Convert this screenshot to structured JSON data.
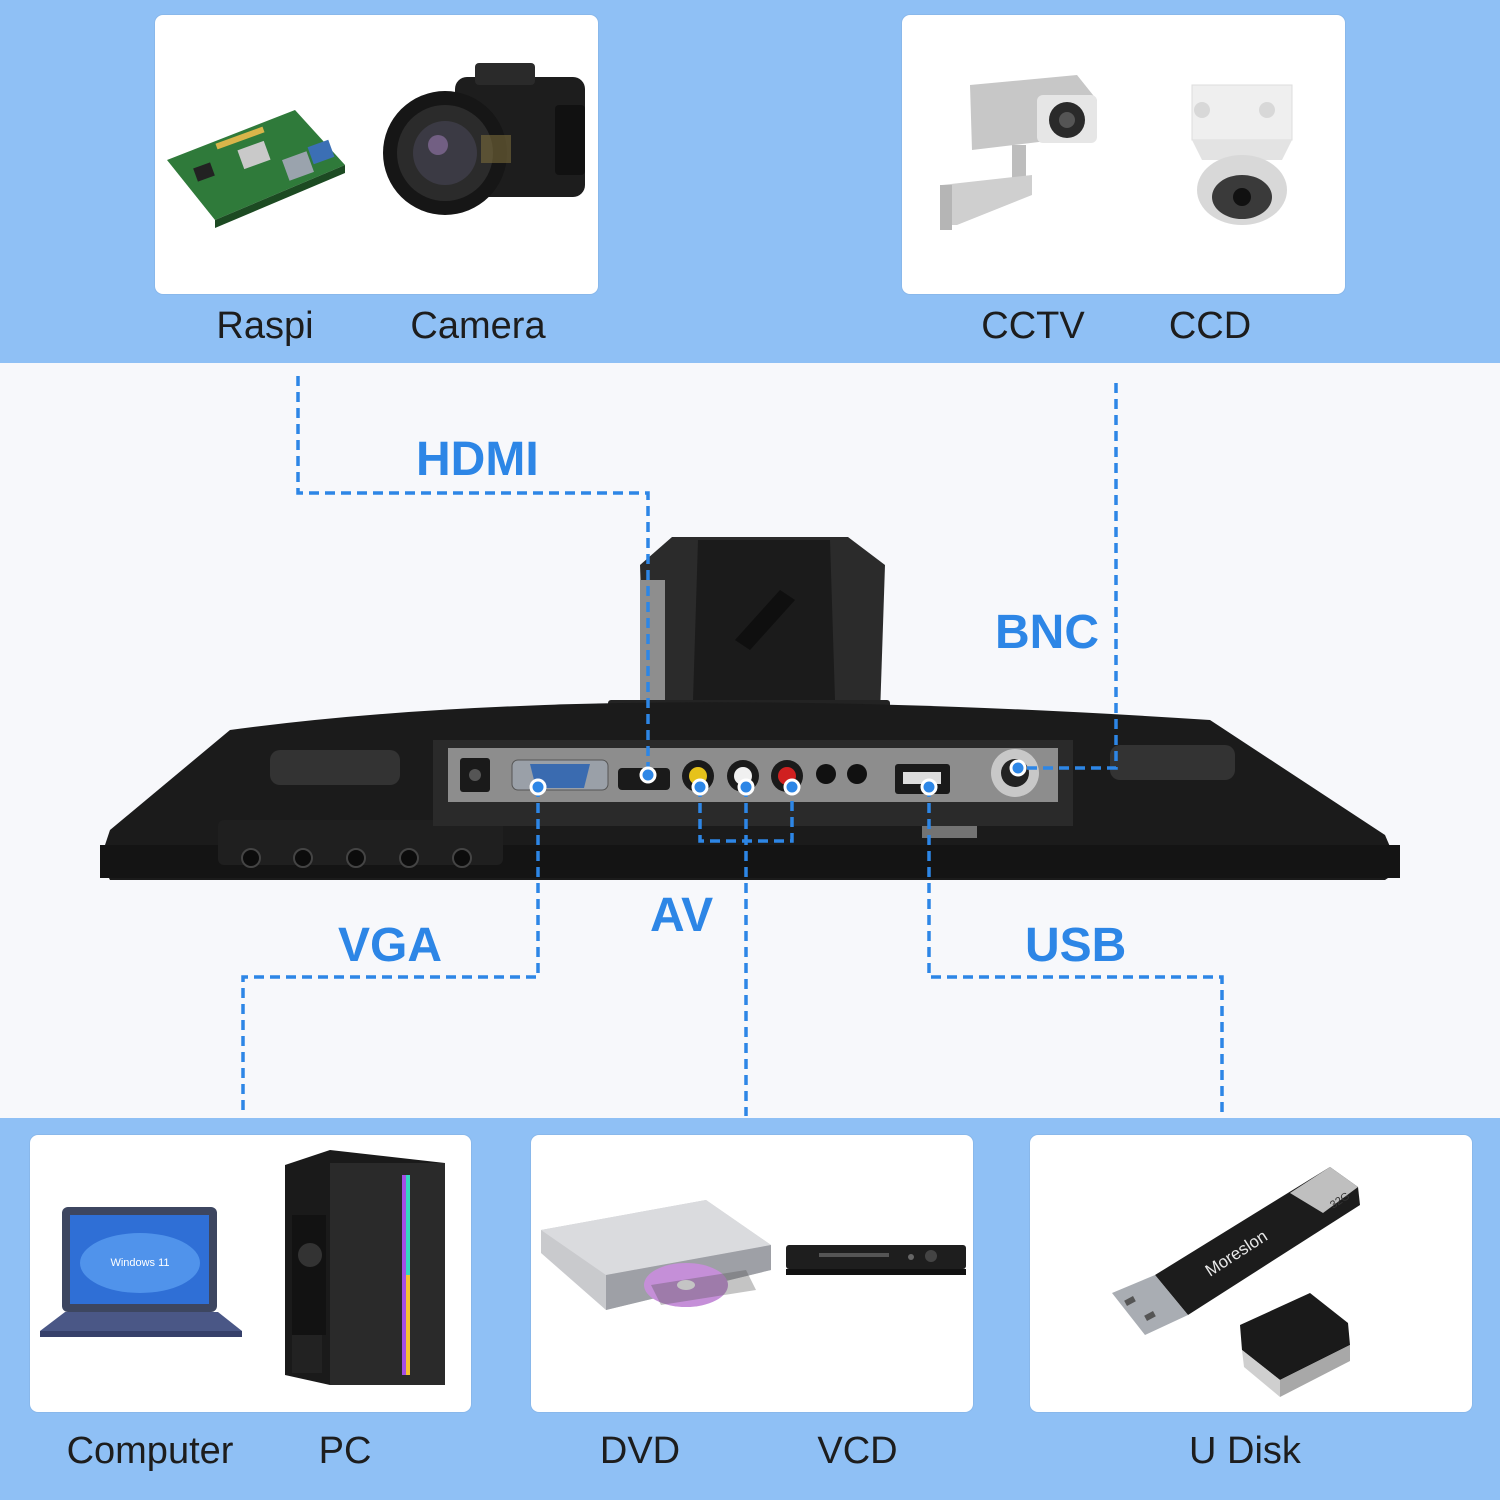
{
  "colors": {
    "band": "#8fc0f5",
    "accent": "#2d86e6",
    "card": "#ffffff",
    "monitor": "#1b1b1b"
  },
  "top_groups": [
    {
      "devices": [
        "Raspi",
        "Camera"
      ],
      "port": "HDMI"
    },
    {
      "devices": [
        "CCTV",
        "CCD"
      ],
      "port": "BNC"
    }
  ],
  "bottom_groups": [
    {
      "devices": [
        "Computer",
        "PC"
      ],
      "port": "VGA"
    },
    {
      "devices": [
        "DVD",
        "VCD"
      ],
      "port": "AV"
    },
    {
      "devices": [
        "U Disk"
      ],
      "port": "USB"
    }
  ],
  "device_text": {
    "laptop_screen": "Windows 11",
    "usb_brand": "Moreslon",
    "usb_capacity": "32G"
  }
}
